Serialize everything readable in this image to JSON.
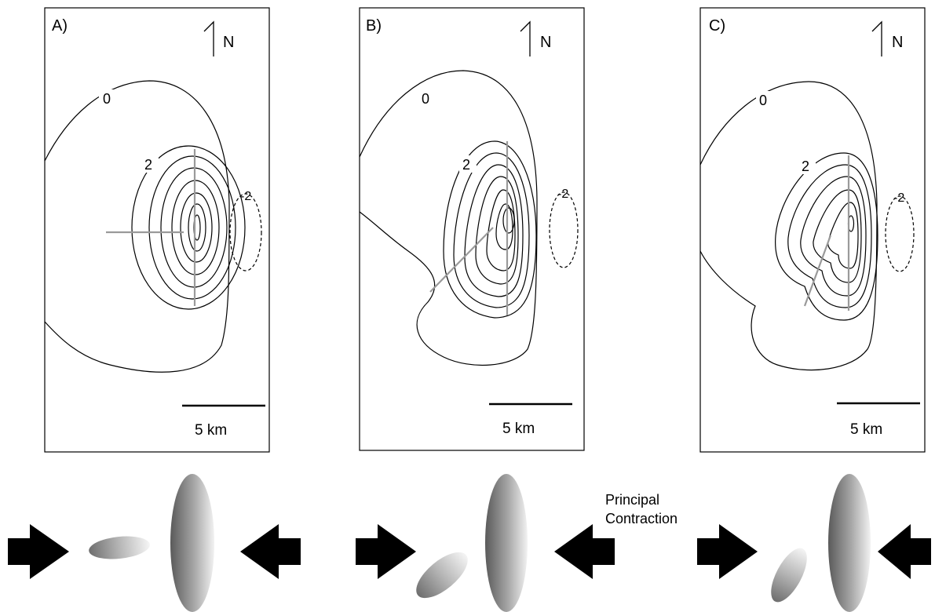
{
  "panels": [
    {
      "label": "A)",
      "north": "N",
      "contour_zero": "0",
      "contour_two": "2",
      "contour_neg": "-2",
      "scale": "5 km"
    },
    {
      "label": "B)",
      "north": "N",
      "contour_zero": "0",
      "contour_two": "2",
      "contour_neg": "-2",
      "scale": "5 km"
    },
    {
      "label": "C)",
      "north": "N",
      "contour_zero": "0",
      "contour_two": "2",
      "contour_neg": "-2",
      "scale": "5 km"
    }
  ],
  "annotation": {
    "line1": "Principal",
    "line2": "Contraction"
  }
}
